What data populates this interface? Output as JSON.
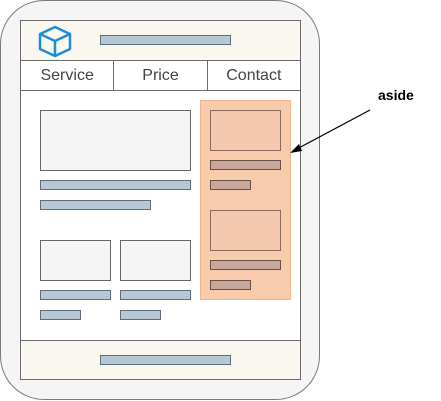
{
  "nav": {
    "items": [
      "Service",
      "Price",
      "Contact"
    ]
  },
  "annotation": {
    "label": "aside"
  },
  "colors": {
    "aside_fill": "#f8c9a8",
    "header_fill": "#f9f7ef",
    "bar_blue": "#b8c7d6",
    "bar_brown": "#c8a89a",
    "logo": "#1b8fd6"
  },
  "icons": {
    "logo": "cube-icon"
  }
}
